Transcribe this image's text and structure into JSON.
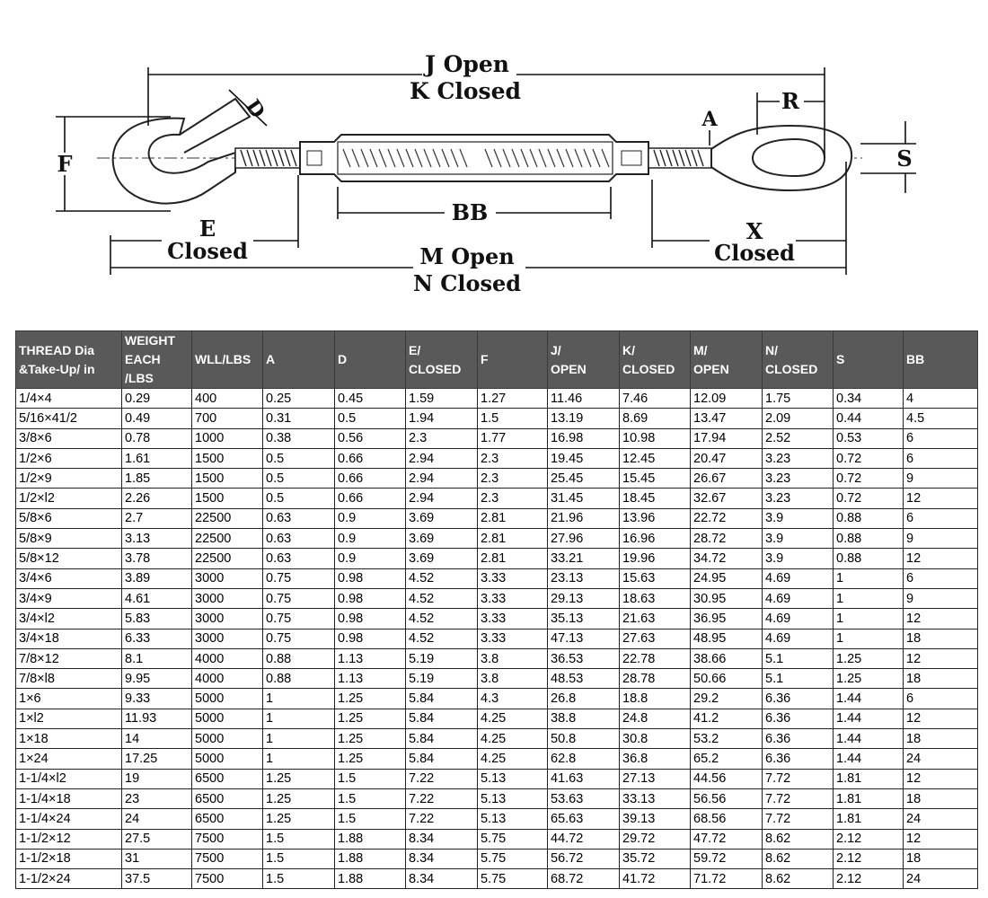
{
  "diagram": {
    "labels": {
      "j_open": "J Open",
      "k_closed": "K Closed",
      "r": "R",
      "a": "A",
      "d": "D",
      "f": "F",
      "s": "S",
      "bb": "BB",
      "e": "E",
      "e_closed": "Closed",
      "x": "X",
      "x_closed": "Closed",
      "m_open": "M Open",
      "n_closed": "N Closed"
    }
  },
  "table": {
    "headers": [
      [
        "THREAD Dia",
        "&Take-Up/ in"
      ],
      [
        "WEIGHT",
        "EACH",
        "/LBS"
      ],
      [
        "WLL/LBS"
      ],
      [
        "A"
      ],
      [
        "D"
      ],
      [
        "E/",
        "CLOSED"
      ],
      [
        "F"
      ],
      [
        "J/",
        "OPEN"
      ],
      [
        "K/",
        "CLOSED"
      ],
      [
        "M/",
        "  OPEN"
      ],
      [
        "N/",
        "CLOSED"
      ],
      [
        "S"
      ],
      [
        "BB"
      ]
    ],
    "rows": [
      [
        "1/4×4",
        "0.29",
        "400",
        "0.25",
        "0.45",
        "1.59",
        "1.27",
        "11.46",
        "7.46",
        "12.09",
        "1.75",
        "0.34",
        "4"
      ],
      [
        "5/16×41/2",
        "0.49",
        "700",
        "0.31",
        "0.5",
        "1.94",
        "1.5",
        "13.19",
        "8.69",
        "13.47",
        "2.09",
        "0.44",
        "4.5"
      ],
      [
        "3/8×6",
        "0.78",
        "1000",
        "0.38",
        "0.56",
        "2.3",
        "1.77",
        "16.98",
        "10.98",
        "17.94",
        "2.52",
        "0.53",
        "6"
      ],
      [
        "1/2×6",
        "1.61",
        "1500",
        "0.5",
        "0.66",
        "2.94",
        "2.3",
        "19.45",
        "12.45",
        "20.47",
        "3.23",
        "0.72",
        "6"
      ],
      [
        "1/2×9",
        "1.85",
        "1500",
        "0.5",
        "0.66",
        "2.94",
        "2.3",
        "25.45",
        "15.45",
        "26.67",
        "3.23",
        "0.72",
        "9"
      ],
      [
        "1/2×l2",
        "2.26",
        "1500",
        "0.5",
        "0.66",
        "2.94",
        "2.3",
        "31.45",
        "18.45",
        "32.67",
        "3.23",
        "0.72",
        "12"
      ],
      [
        "5/8×6",
        "2.7",
        "22500",
        "0.63",
        "0.9",
        "3.69",
        "2.81",
        "21.96",
        "13.96",
        "22.72",
        "3.9",
        "0.88",
        "6"
      ],
      [
        "5/8×9",
        "3.13",
        "22500",
        "0.63",
        "0.9",
        "3.69",
        "2.81",
        "27.96",
        "16.96",
        "28.72",
        "3.9",
        "0.88",
        "9"
      ],
      [
        "5/8×12",
        "3.78",
        "22500",
        "0.63",
        "0.9",
        "3.69",
        "2.81",
        "33.21",
        "19.96",
        "34.72",
        "3.9",
        "0.88",
        "12"
      ],
      [
        "3/4×6",
        "3.89",
        "3000",
        "0.75",
        "0.98",
        "4.52",
        "3.33",
        "23.13",
        "15.63",
        "24.95",
        "4.69",
        "1",
        "6"
      ],
      [
        "3/4×9",
        "4.61",
        "3000",
        "0.75",
        "0.98",
        "4.52",
        "3.33",
        "29.13",
        "18.63",
        "30.95",
        "4.69",
        "1",
        "9"
      ],
      [
        "3/4×l2",
        "5.83",
        "3000",
        "0.75",
        "0.98",
        "4.52",
        "3.33",
        "35.13",
        "21.63",
        "36.95",
        "4.69",
        "1",
        "12"
      ],
      [
        "3/4×18",
        "6.33",
        "3000",
        "0.75",
        "0.98",
        "4.52",
        "3.33",
        "47.13",
        "27.63",
        "48.95",
        "4.69",
        "1",
        "18"
      ],
      [
        "7/8×12",
        "8.1",
        "4000",
        "0.88",
        "1.13",
        "5.19",
        "3.8",
        "36.53",
        "22.78",
        "38.66",
        "5.1",
        "1.25",
        "12"
      ],
      [
        "7/8×l8",
        "9.95",
        "4000",
        "0.88",
        "1.13",
        "5.19",
        "3.8",
        "48.53",
        "28.78",
        "50.66",
        "5.1",
        "1.25",
        "18"
      ],
      [
        "1×6",
        "9.33",
        "5000",
        "1",
        "1.25",
        "5.84",
        "4.3",
        "26.8",
        "18.8",
        "29.2",
        "6.36",
        "1.44",
        "6"
      ],
      [
        "1×l2",
        "11.93",
        "5000",
        "1",
        "1.25",
        "5.84",
        "4.25",
        "38.8",
        "24.8",
        "41.2",
        "6.36",
        "1.44",
        "12"
      ],
      [
        "1×18",
        "14",
        "5000",
        "1",
        "1.25",
        "5.84",
        "4.25",
        "50.8",
        "30.8",
        "53.2",
        "6.36",
        "1.44",
        "18"
      ],
      [
        "1×24",
        "17.25",
        "5000",
        "1",
        "1.25",
        "5.84",
        "4.25",
        "62.8",
        "36.8",
        "65.2",
        "6.36",
        "1.44",
        "24"
      ],
      [
        "1-1/4×l2",
        "19",
        "6500",
        "1.25",
        "1.5",
        "7.22",
        "5.13",
        "41.63",
        "27.13",
        "44.56",
        "7.72",
        "1.81",
        "12"
      ],
      [
        "1-1/4×18",
        "23",
        "6500",
        "1.25",
        "1.5",
        "7.22",
        "5.13",
        "53.63",
        "33.13",
        "56.56",
        "7.72",
        "1.81",
        "18"
      ],
      [
        "1-1/4×24",
        "24",
        "6500",
        "1.25",
        "1.5",
        "7.22",
        "5.13",
        "65.63",
        "39.13",
        "68.56",
        "7.72",
        "1.81",
        "24"
      ],
      [
        "1-1/2×12",
        "27.5",
        "7500",
        "1.5",
        "1.88",
        "8.34",
        "5.75",
        "44.72",
        "29.72",
        "47.72",
        "8.62",
        "2.12",
        "12"
      ],
      [
        "1-1/2×18",
        "31",
        "7500",
        "1.5",
        "1.88",
        "8.34",
        "5.75",
        "56.72",
        "35.72",
        "59.72",
        "8.62",
        "2.12",
        "18"
      ],
      [
        "1-1/2×24",
        "37.5",
        "7500",
        "1.5",
        "1.88",
        "8.34",
        "5.75",
        "68.72",
        "41.72",
        "71.72",
        "8.62",
        "2.12",
        "24"
      ]
    ]
  }
}
